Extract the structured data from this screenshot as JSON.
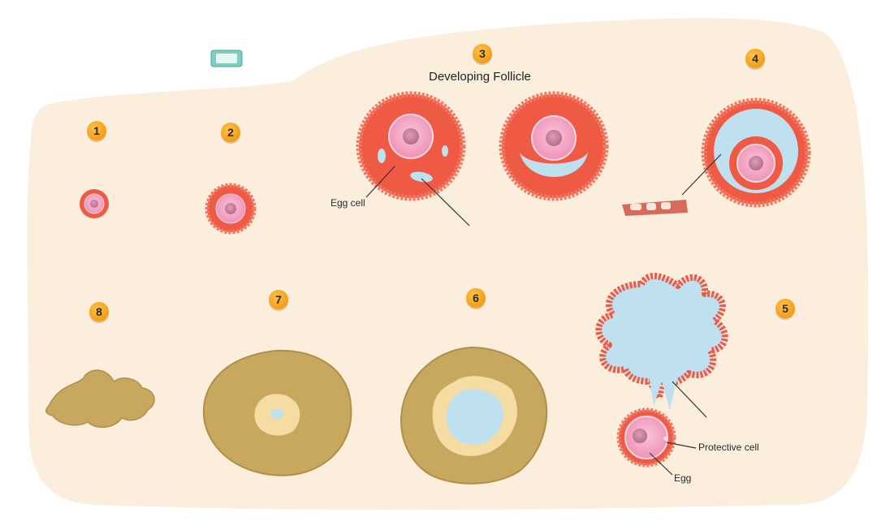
{
  "title": "Developing Follicle",
  "stages": [
    {
      "number": "1"
    },
    {
      "number": "2"
    },
    {
      "number": "3"
    },
    {
      "number": "4"
    },
    {
      "number": "5"
    },
    {
      "number": "6"
    },
    {
      "number": "7"
    },
    {
      "number": "8"
    }
  ],
  "labels": {
    "egg_cell": "Egg cell",
    "protective_cell": "Protective cell",
    "egg": "Egg"
  },
  "colors": {
    "background": "#fbeedd",
    "follicle_cells": "#ef5a44",
    "oocyte": "#f3a6c4",
    "nucleus": "#c47a96",
    "fluid": "#bfe0ee",
    "corpus": "#c7a85e",
    "badge": "#f6a623"
  }
}
